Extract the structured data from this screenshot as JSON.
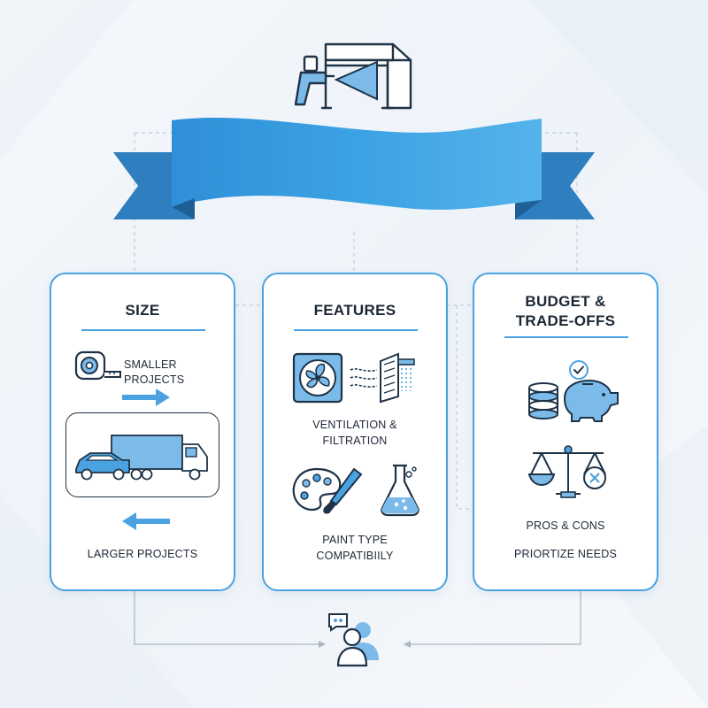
{
  "cards": {
    "size": {
      "title": "SIZE",
      "smaller_label": "SMALLER PROJECTS",
      "larger_label": "LARGER PROJECTS"
    },
    "features": {
      "title": "FEATURES",
      "ventilation_label_1": "VENTILATION &",
      "ventilation_label_2": "FILTRATION",
      "paint_label_1": "PAINT TYPE",
      "paint_label_2": "COMPATIBIILY"
    },
    "budget": {
      "title_1": "BUDGET &",
      "title_2": "TRADE-OFFS",
      "pros_label": "PROS & CONS",
      "prioritize_label": "PRIORTIZE NEEDS"
    }
  },
  "colors": {
    "accent": "#4aa3e0",
    "accent_dark": "#2f7fc0",
    "icon_fill": "#7cbbe9",
    "line": "#1f3347"
  },
  "icons": [
    "spray-booth-icon",
    "ribbon-banner",
    "tape-measure-icon",
    "arrow-right-icon",
    "car-truck-icon",
    "arrow-left-icon",
    "ventilation-fan-icon",
    "filter-icon",
    "palette-brush-icon",
    "flask-icon",
    "coins-piggybank-icon",
    "check-badge-icon",
    "balance-scale-icon",
    "user-chat-icon"
  ]
}
